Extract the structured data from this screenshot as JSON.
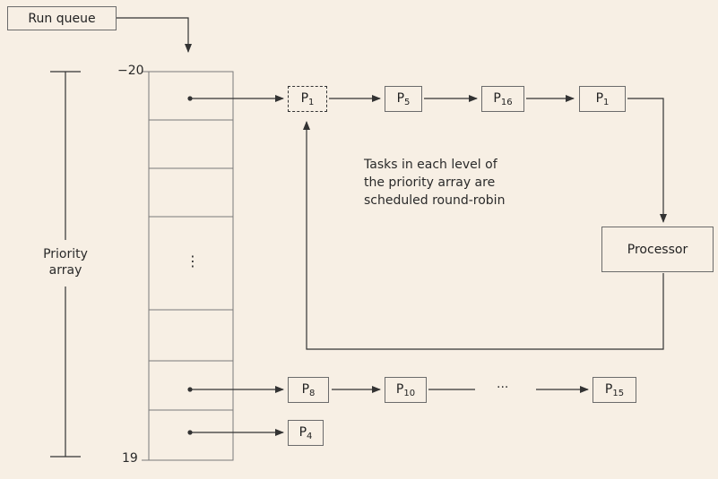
{
  "run_queue": {
    "label": "Run queue"
  },
  "priority_array": {
    "label_line1": "Priority",
    "label_line2": "array",
    "top_value": "−20",
    "bottom_value": "19",
    "middle_dots": "⋮"
  },
  "top_row": {
    "tasks": [
      {
        "name": "P",
        "sub": "1",
        "style": "dashed"
      },
      {
        "name": "P",
        "sub": "5",
        "style": "solid"
      },
      {
        "name": "P",
        "sub": "16",
        "style": "solid"
      },
      {
        "name": "P",
        "sub": "1",
        "style": "solid"
      }
    ]
  },
  "note": {
    "line1": "Tasks in each level of",
    "line2": "the priority array are",
    "line3": "scheduled round-robin"
  },
  "processor": {
    "label": "Processor"
  },
  "lower_row": {
    "tasks": [
      {
        "name": "P",
        "sub": "8"
      },
      {
        "name": "P",
        "sub": "10"
      },
      {
        "name": "P",
        "sub": "15"
      }
    ],
    "ellipsis": "···"
  },
  "bottom_row": {
    "tasks": [
      {
        "name": "P",
        "sub": "4"
      }
    ]
  },
  "colors": {
    "background": "#f7efe4",
    "line": "#333333",
    "box_border": "#6b6b6b"
  }
}
